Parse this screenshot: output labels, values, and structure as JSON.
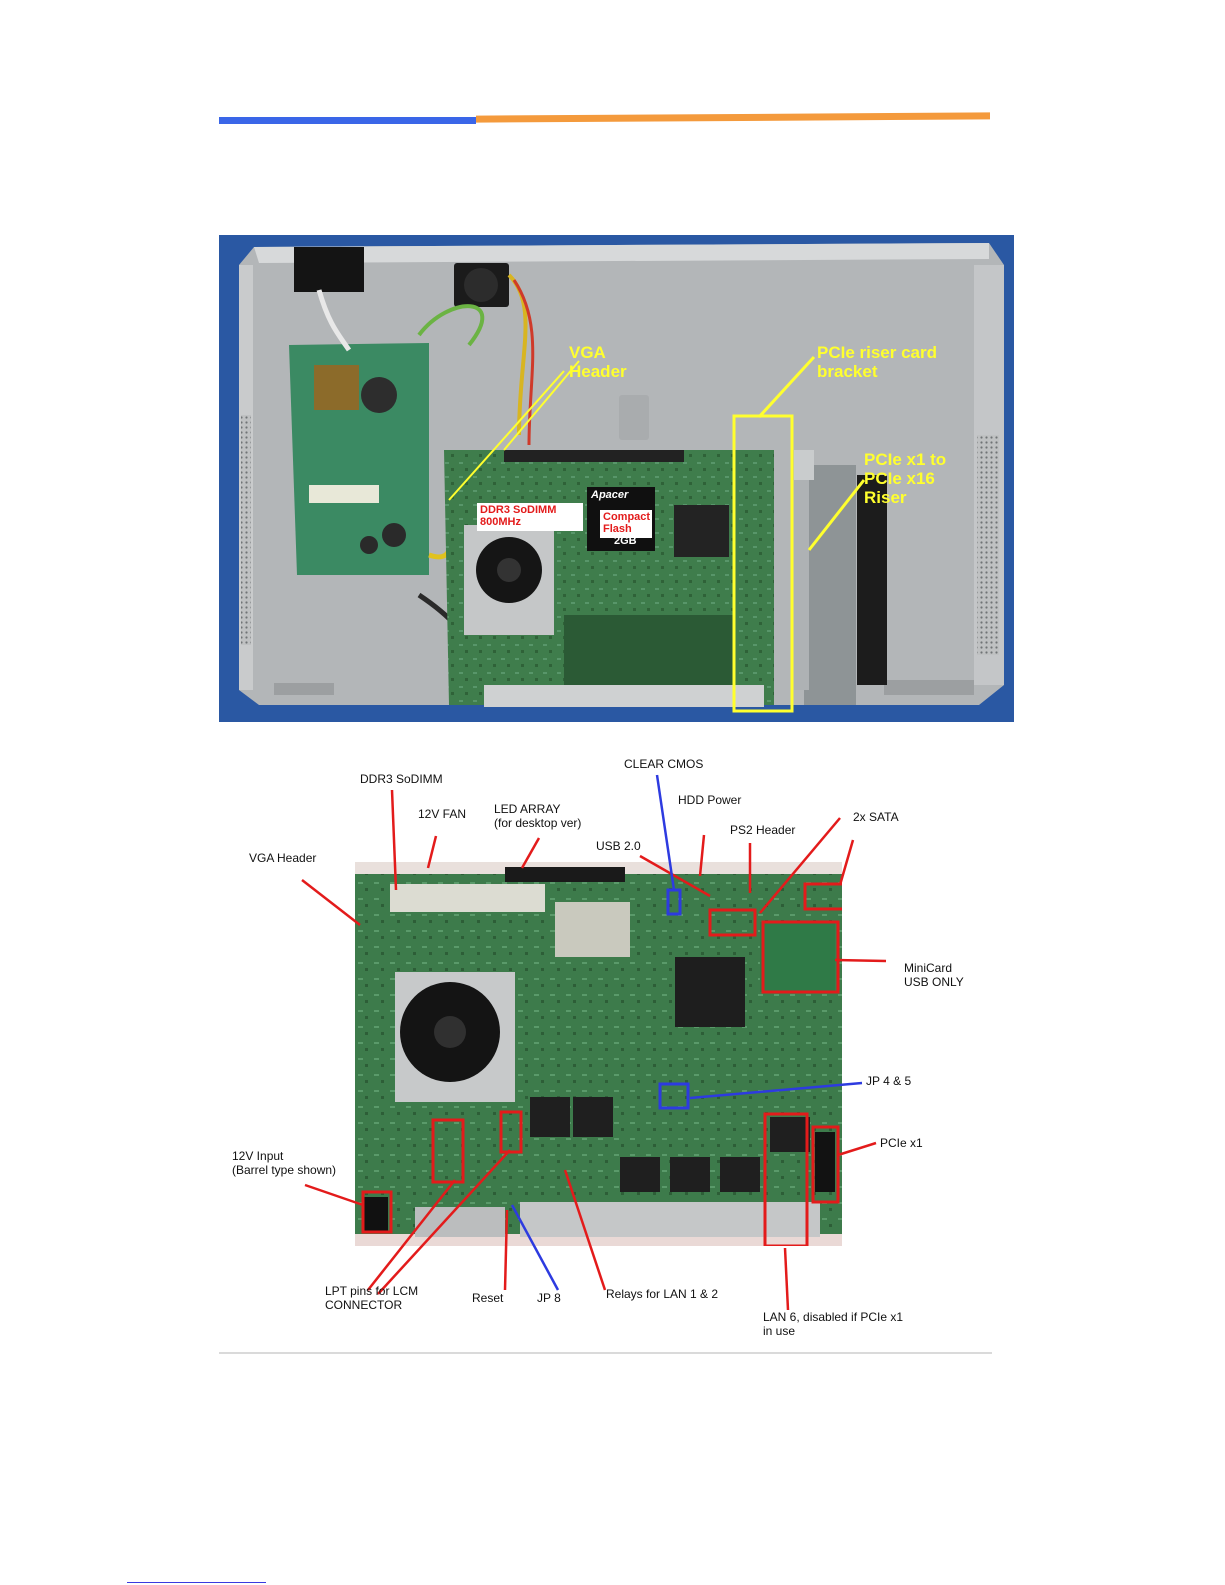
{
  "photo_chassis": {
    "labels": {
      "vga_header": [
        "VGA",
        "Header"
      ],
      "riser_bracket": [
        "PCIe riser card",
        "bracket"
      ],
      "riser": [
        "PCIe x1 to",
        "PCIe x16",
        "Riser"
      ],
      "sodimm": [
        "DDR3 SoDIMM",
        "800MHz"
      ],
      "compact_flash": [
        "Compact",
        "Flash"
      ],
      "cf_brand": "Apacer",
      "cf_size": "2GB"
    }
  },
  "photo_board": {
    "labels": {
      "ddr3": "DDR3 SoDIMM",
      "fan": "12V FAN",
      "led_array": [
        "LED ARRAY",
        "(for desktop ver)"
      ],
      "clear_cmos": "CLEAR CMOS",
      "hdd_power": "HDD Power",
      "usb20": "USB 2.0",
      "ps2": "PS2 Header",
      "sata": "2x SATA",
      "vga": "VGA Header",
      "minicard": [
        "MiniCard",
        "USB ONLY"
      ],
      "jp45": "JP 4 & 5",
      "pcie_x1": "PCIe x1",
      "input12v": [
        "12V Input",
        "(Barrel type shown)"
      ],
      "lpt": [
        "LPT pins for LCM",
        "CONNECTOR"
      ],
      "reset": "Reset",
      "jp8": "JP 8",
      "relays": "Relays for LAN 1 & 2",
      "lan6": [
        "LAN 6, disabled if PCIe x1",
        "in use"
      ]
    }
  },
  "colors": {
    "rule_blue": "#3a66e8",
    "rule_orange": "#f49a3c",
    "callout_red": "#e31b1b",
    "callout_blue": "#2d3be0",
    "callout_yellow": "#ffff2e"
  }
}
